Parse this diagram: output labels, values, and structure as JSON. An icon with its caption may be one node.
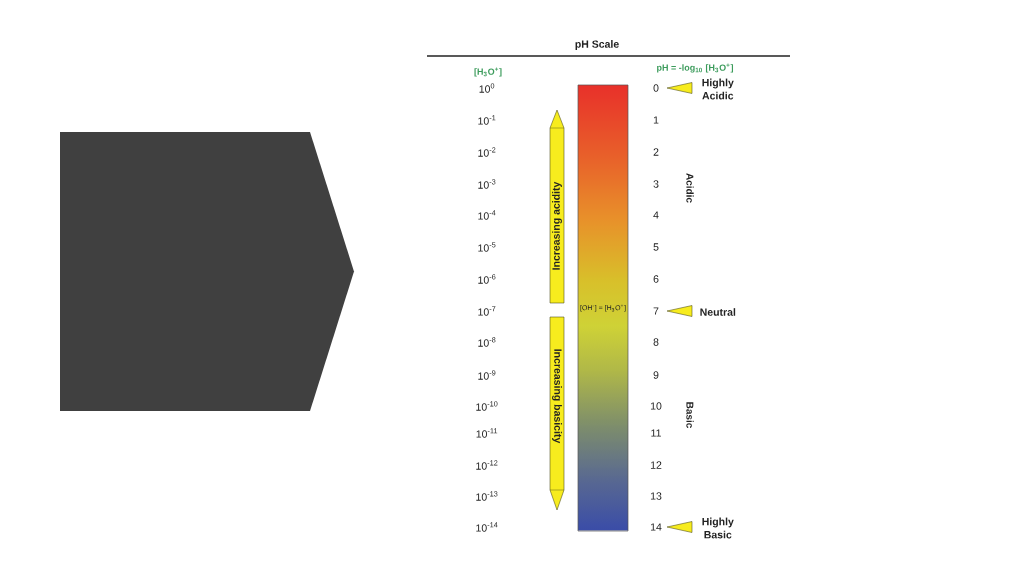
{
  "diagram": {
    "title": "pH Scale",
    "nodes": [
      {
        "text": [],
        "shape": "pentagon"
      },
      {
        "text": [
          "Increasing acidity"
        ]
      },
      {
        "text": [
          "[OH$^{-}$] = [H$_{3}$O$^{+}$]"
        ]
      },
      {
        "text": [
          "Increasing basicity"
        ]
      }
    ],
    "labels": [
      "[H$_{3}$O$^{+}$]",
      "pH = -log$_{10}$ [H$_{3}$O$^{+}$]",
      "10$^{0}$",
      "0",
      "Highly Acidic",
      "10$^{-1}$",
      "1",
      "10$^{-2}$",
      "2",
      "10$^{-3}$",
      "3",
      "Acidic",
      "10$^{-4}$",
      "4",
      "10$^{-5}$",
      "5",
      "10$^{-6}$",
      "6",
      "10$^{-7}$",
      "7",
      "Neutral",
      "10$^{-8}$",
      "8",
      "10$^{-9}$",
      "9",
      "10$^{-10}$",
      "10",
      "Basic",
      "10$^{-11}$",
      "11",
      "10$^{-12}$",
      "12",
      "10$^{-13}$",
      "13",
      "10$^{-14}$",
      "14",
      "Highly Basic"
    ]
  }
}
